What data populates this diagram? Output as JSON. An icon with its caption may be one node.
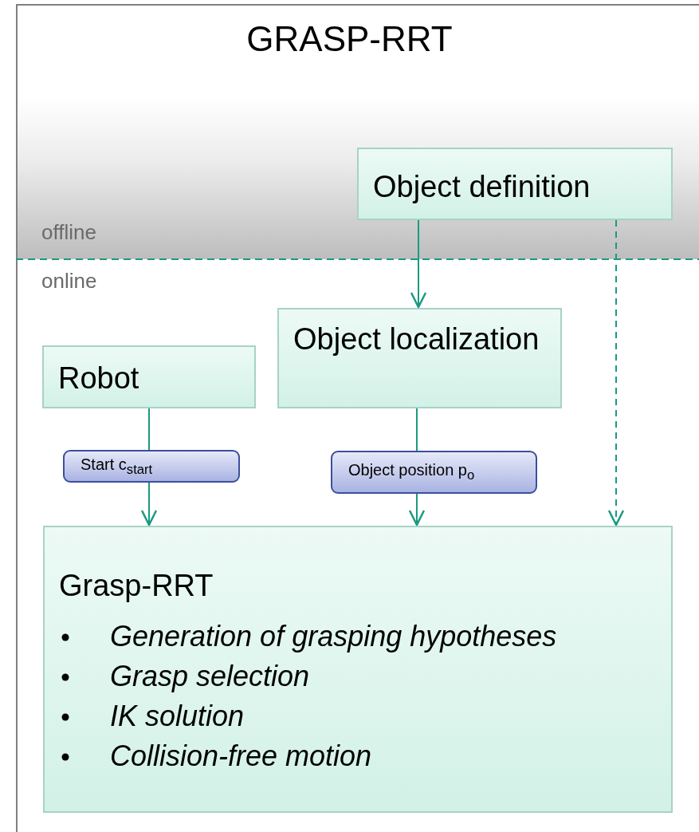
{
  "diagram": {
    "title": "GRASP-RRT",
    "nodes": [
      {
        "text": [
          "Object definition"
        ]
      },
      {
        "text": [
          "Robot"
        ]
      },
      {
        "text": [
          "Object localization"
        ]
      },
      {
        "text": [
          "Grasp-RRT",
          "Generation of grasping hypotheses",
          "Grasp selection",
          "IK solution",
          "Collision-free motion"
        ]
      }
    ],
    "edges": [
      {
        "from": 0,
        "to": 2,
        "arrow": "to"
      },
      {
        "from": 1,
        "to": 3,
        "arrow": "to",
        "label": "Start c$_{start}$"
      },
      {
        "from": 2,
        "to": 3,
        "arrow": "to",
        "label": "Object position p$_{o}$"
      },
      {
        "from": 0,
        "to": 3,
        "arrow": "to",
        "style": "dashed"
      }
    ],
    "labels": [
      "offline",
      "online"
    ]
  }
}
